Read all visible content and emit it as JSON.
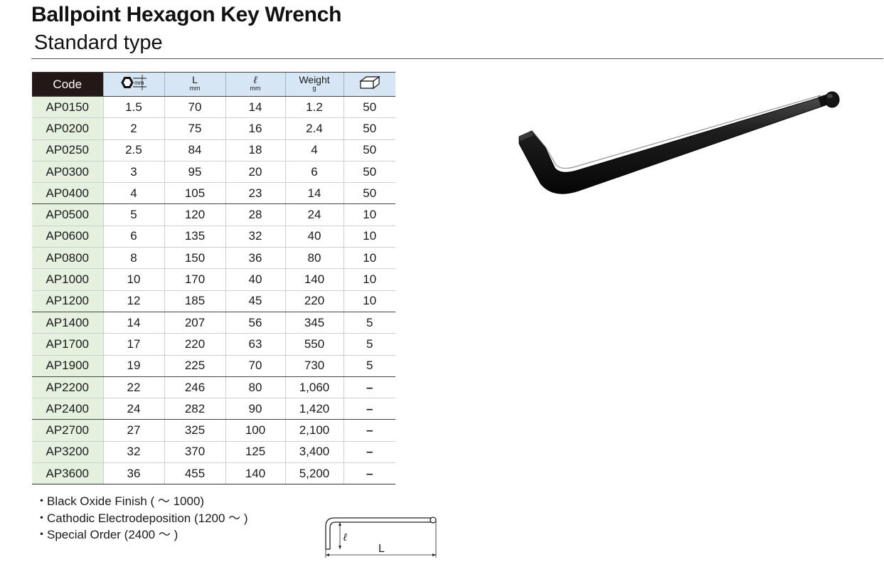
{
  "header": {
    "title": "Ballpoint Hexagon Key Wrench",
    "subtitle": "Standard type"
  },
  "table": {
    "headers": {
      "code": "Code",
      "size_unit": "mm",
      "length": "L",
      "length_unit": "mm",
      "short": "ℓ",
      "short_unit": "mm",
      "weight": "Weight",
      "weight_unit": "g",
      "box_icon": "box-quantity-icon",
      "hex_icon": "hex-size-icon"
    },
    "rows": [
      {
        "code": "AP0150",
        "size": "1.5",
        "L": "70",
        "l": "14",
        "weight": "1.2",
        "qty": "50"
      },
      {
        "code": "AP0200",
        "size": "2",
        "L": "75",
        "l": "16",
        "weight": "2.4",
        "qty": "50"
      },
      {
        "code": "AP0250",
        "size": "2.5",
        "L": "84",
        "l": "18",
        "weight": "4",
        "qty": "50"
      },
      {
        "code": "AP0300",
        "size": "3",
        "L": "95",
        "l": "20",
        "weight": "6",
        "qty": "50"
      },
      {
        "code": "AP0400",
        "size": "4",
        "L": "105",
        "l": "23",
        "weight": "14",
        "qty": "50"
      },
      {
        "code": "AP0500",
        "size": "5",
        "L": "120",
        "l": "28",
        "weight": "24",
        "qty": "10"
      },
      {
        "code": "AP0600",
        "size": "6",
        "L": "135",
        "l": "32",
        "weight": "40",
        "qty": "10"
      },
      {
        "code": "AP0800",
        "size": "8",
        "L": "150",
        "l": "36",
        "weight": "80",
        "qty": "10"
      },
      {
        "code": "AP1000",
        "size": "10",
        "L": "170",
        "l": "40",
        "weight": "140",
        "qty": "10"
      },
      {
        "code": "AP1200",
        "size": "12",
        "L": "185",
        "l": "45",
        "weight": "220",
        "qty": "10"
      },
      {
        "code": "AP1400",
        "size": "14",
        "L": "207",
        "l": "56",
        "weight": "345",
        "qty": "5"
      },
      {
        "code": "AP1700",
        "size": "17",
        "L": "220",
        "l": "63",
        "weight": "550",
        "qty": "5"
      },
      {
        "code": "AP1900",
        "size": "19",
        "L": "225",
        "l": "70",
        "weight": "730",
        "qty": "5"
      },
      {
        "code": "AP2200",
        "size": "22",
        "L": "246",
        "l": "80",
        "weight": "1,060",
        "qty": "–"
      },
      {
        "code": "AP2400",
        "size": "24",
        "L": "282",
        "l": "90",
        "weight": "1,420",
        "qty": "–"
      },
      {
        "code": "AP2700",
        "size": "27",
        "L": "325",
        "l": "100",
        "weight": "2,100",
        "qty": "–"
      },
      {
        "code": "AP3200",
        "size": "32",
        "L": "370",
        "l": "125",
        "weight": "3,400",
        "qty": "–"
      },
      {
        "code": "AP3600",
        "size": "36",
        "L": "455",
        "l": "140",
        "weight": "5,200",
        "qty": "–"
      }
    ]
  },
  "notes": {
    "bullet": "・",
    "items": [
      "Black Oxide Finish ( ～ 1000)",
      "Cathodic Electrodeposition (1200 ～ )",
      "Special Order (2400 ～ )"
    ]
  },
  "diagram": {
    "short_label": "ℓ",
    "long_label": "L"
  },
  "product_image": {
    "icon": "hex-key-wrench-image",
    "color": "#1a1a1a"
  }
}
